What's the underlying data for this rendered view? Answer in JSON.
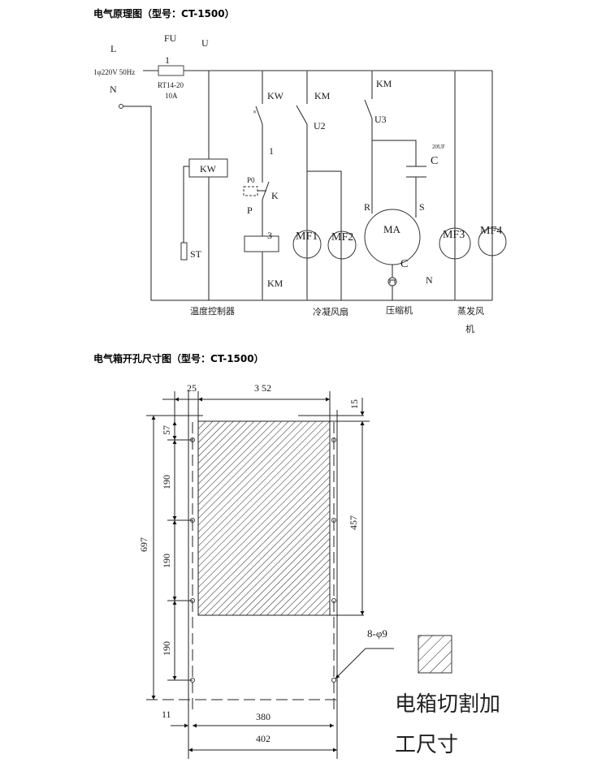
{
  "schematic": {
    "title": "电气原理图（型号：CT-1500）",
    "labels": {
      "L": "L",
      "FU": "FU",
      "U": "U",
      "fuse_num": "1",
      "supply": "1φ220V 50Hz",
      "fuse_type": "RT14-20",
      "fuse_rating": "10A",
      "N": "N",
      "KW_contact": "KW",
      "KW_box": "KW",
      "ST": "ST",
      "node1": "1",
      "P0": "P0",
      "K": "K",
      "P": "P",
      "node3": "3",
      "KM_coil": "KM",
      "KM_2": "KM",
      "U2": "U2",
      "KM_3": "KM",
      "U3": "U3",
      "cap_value": "20UF",
      "C_cap": "C",
      "R": "R",
      "S": "S",
      "MA": "MA",
      "C_motor": "C",
      "N2": "N",
      "MF1": "MF1",
      "MF2": "MF2",
      "MF3": "MF3",
      "MF4": "MF4"
    },
    "captions": {
      "thermostat": "温度控制器",
      "condenser_fan": "冷凝风扇",
      "compressor": "压缩机",
      "evaporator_fan_1": "蒸发风",
      "evaporator_fan_2": "机"
    }
  },
  "cutout": {
    "title": "电气箱开孔尺寸图（型号：CT-1500）",
    "dims": {
      "d25": "25",
      "d352": "3 52",
      "d15": "15",
      "d57": "57",
      "d190a": "190",
      "d190b": "190",
      "d190c": "190",
      "d697": "697",
      "d457": "457",
      "d11": "11",
      "d380": "380",
      "d402": "402",
      "holes": "8-φ9"
    },
    "legend_line1": "电箱切割加",
    "legend_line2": "工尺寸"
  }
}
